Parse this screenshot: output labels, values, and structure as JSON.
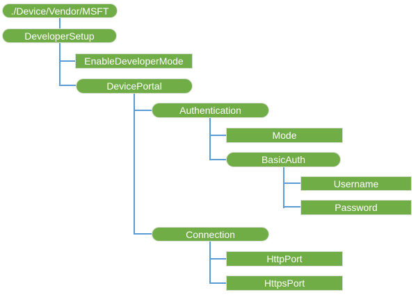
{
  "colors": {
    "node_fill": "#70AD47",
    "node_border": "#D9DED4",
    "connector": "#5B9BD5",
    "node_text": "#FFFFFF"
  },
  "tree": {
    "label": "./Device/Vendor/MSFT",
    "shape": "pill",
    "children": [
      {
        "label": "DeveloperSetup",
        "shape": "pill",
        "children": [
          {
            "label": "EnableDeveloperMode",
            "shape": "rect"
          },
          {
            "label": "DevicePortal",
            "shape": "pill",
            "children": [
              {
                "label": "Authentication",
                "shape": "pill",
                "children": [
                  {
                    "label": "Mode",
                    "shape": "rect"
                  },
                  {
                    "label": "BasicAuth",
                    "shape": "pill",
                    "children": [
                      {
                        "label": "Username",
                        "shape": "rect"
                      },
                      {
                        "label": "Password",
                        "shape": "rect"
                      }
                    ]
                  }
                ]
              },
              {
                "label": "Connection",
                "shape": "pill",
                "children": [
                  {
                    "label": "HttpPort",
                    "shape": "rect"
                  },
                  {
                    "label": "HttpsPort",
                    "shape": "rect"
                  }
                ]
              }
            ]
          }
        ]
      }
    ]
  }
}
